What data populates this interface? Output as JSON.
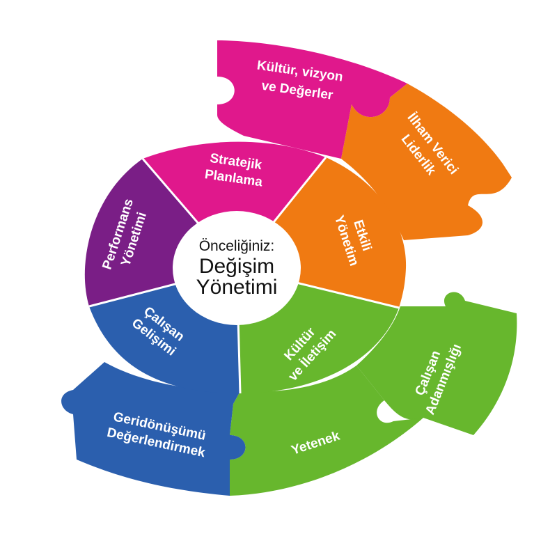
{
  "diagram": {
    "center": {
      "line1": "Önceliğiniz:",
      "line2": "Değişim",
      "line3": "Yönetimi"
    },
    "inner_ring": [
      {
        "id": "stratejik",
        "line1": "Stratejik",
        "line2": "Planlama",
        "color": "#e0188c"
      },
      {
        "id": "etkili",
        "line1": "Etkili",
        "line2": "Yönetim",
        "color": "#f07a12"
      },
      {
        "id": "kultur-iletisim",
        "line1": "Kültür",
        "line2": "ve İletişim",
        "color": "#67b72d"
      },
      {
        "id": "calisan-gelisimi",
        "line1": "Çalışan",
        "line2": "Gelişimi",
        "color": "#2b5fae"
      },
      {
        "id": "performans",
        "line1": "Performans",
        "line2": "Yönetimi",
        "color": "#7a1e86"
      }
    ],
    "outer_ring": [
      {
        "id": "kultur-vizyon",
        "line1": "Kültür, vizyon",
        "line2": "ve Değerler",
        "color": "#e0188c"
      },
      {
        "id": "ilham",
        "line1": "İlham Verici",
        "line2": "Liderlik",
        "color": "#f07a12"
      },
      {
        "id": "adanmisligi",
        "line1": "Çalışan",
        "line2": "Adanmışlığı",
        "color": "#67b72d"
      },
      {
        "id": "yetenek",
        "line1": "Yetenek",
        "line2": "",
        "color": "#67b72d"
      },
      {
        "id": "geridonusum",
        "line1": "Geridönüşümü",
        "line2": "Değerlendirmek",
        "color": "#2b5fae"
      }
    ]
  }
}
